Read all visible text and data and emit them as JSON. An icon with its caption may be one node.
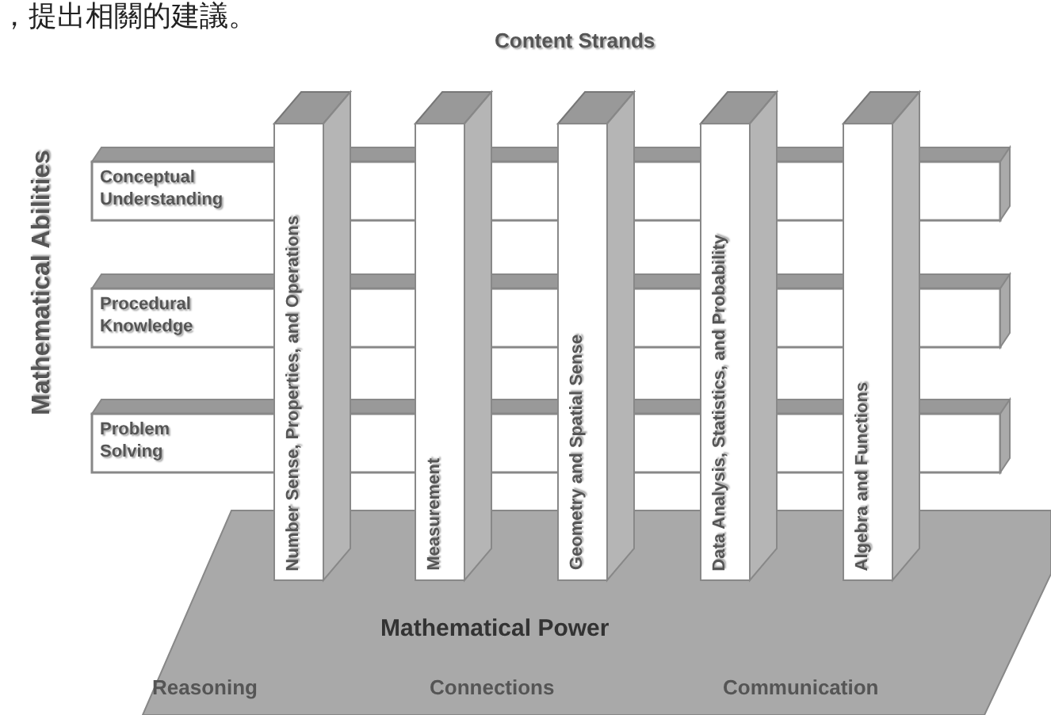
{
  "diagram": {
    "nodes": [
      {
        "text": [
          "Mathematical Power",
          "Reasoning",
          "Connections",
          "Communication"
        ]
      },
      {
        "text": [
          "Conceptual Understanding"
        ]
      },
      {
        "text": [
          "Procedural Knowledge"
        ]
      },
      {
        "text": [
          "Problem Solving"
        ]
      },
      {
        "text": [
          "Number Sense, Properties, and Operations"
        ]
      },
      {
        "text": [
          "Measurement"
        ]
      },
      {
        "text": [
          "Geometry and Spatial Sense"
        ]
      },
      {
        "text": [
          "Data Analysis, Statistics, and Probability"
        ]
      },
      {
        "text": [
          "Algebra and Functions"
        ]
      }
    ],
    "labels": [
      "，提出相關的建議。",
      "Content Strands",
      "Mathematical Abilities"
    ]
  }
}
